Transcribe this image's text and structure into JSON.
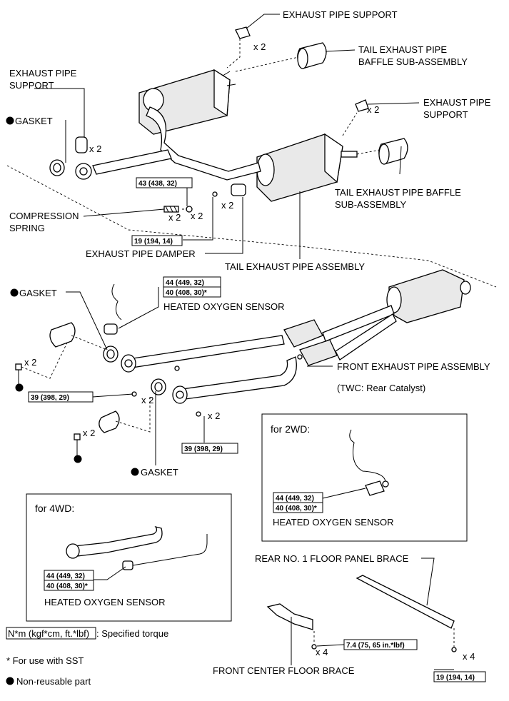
{
  "labels": {
    "exhaust_pipe_support_top": "EXHAUST PIPE SUPPORT",
    "tail_baffle_top_1": "TAIL EXHAUST PIPE",
    "tail_baffle_top_2": "BAFFLE SUB-ASSEMBLY",
    "exhaust_pipe_support_left_1": "EXHAUST PIPE",
    "exhaust_pipe_support_left_2": "SUPPORT",
    "gasket_upper": "GASKET",
    "exhaust_pipe_support_right_1": "EXHAUST PIPE",
    "exhaust_pipe_support_right_2": "SUPPORT",
    "tail_baffle_right_1": "TAIL EXHAUST PIPE BAFFLE",
    "tail_baffle_right_2": "SUB-ASSEMBLY",
    "compression_spring_1": "COMPRESSION",
    "compression_spring_2": "SPRING",
    "exhaust_pipe_damper": "EXHAUST PIPE DAMPER",
    "tail_exhaust_pipe_assembly": "TAIL EXHAUST PIPE ASSEMBLY",
    "gasket_mid": "GASKET",
    "heated_oxygen_sensor_main": "HEATED OXYGEN SENSOR",
    "front_exhaust_pipe_assembly": "FRONT EXHAUST PIPE ASSEMBLY",
    "twc_note": "(TWC: Rear Catalyst)",
    "gasket_lower": "GASKET",
    "for_2wd": "for 2WD:",
    "heated_oxygen_sensor_2wd": "HEATED OXYGEN SENSOR",
    "for_4wd": "for 4WD:",
    "heated_oxygen_sensor_4wd": "HEATED OXYGEN SENSOR",
    "rear_floor_panel_brace": "REAR NO. 1 FLOOR PANEL BRACE",
    "front_center_floor_brace": "FRONT CENTER FLOOR BRACE"
  },
  "quantities": {
    "x2": "x 2",
    "x4": "x 4"
  },
  "torques": {
    "t43": "43 (438, 32)",
    "t19a": "19 (194, 14)",
    "t44": "44 (449, 32)",
    "t40": "40 (408, 30)*",
    "t39a": "39 (398, 29)",
    "t39b": "39 (398, 29)",
    "t74": "7.4 (75, 65 in.*lbf)",
    "t19b": "19 (194, 14)"
  },
  "legend": {
    "unit": "N*m (kgf*cm, ft.*lbf)",
    "unit_desc": ": Specified torque",
    "sst_note": "* For use with SST",
    "non_reusable": "Non-reusable part"
  }
}
